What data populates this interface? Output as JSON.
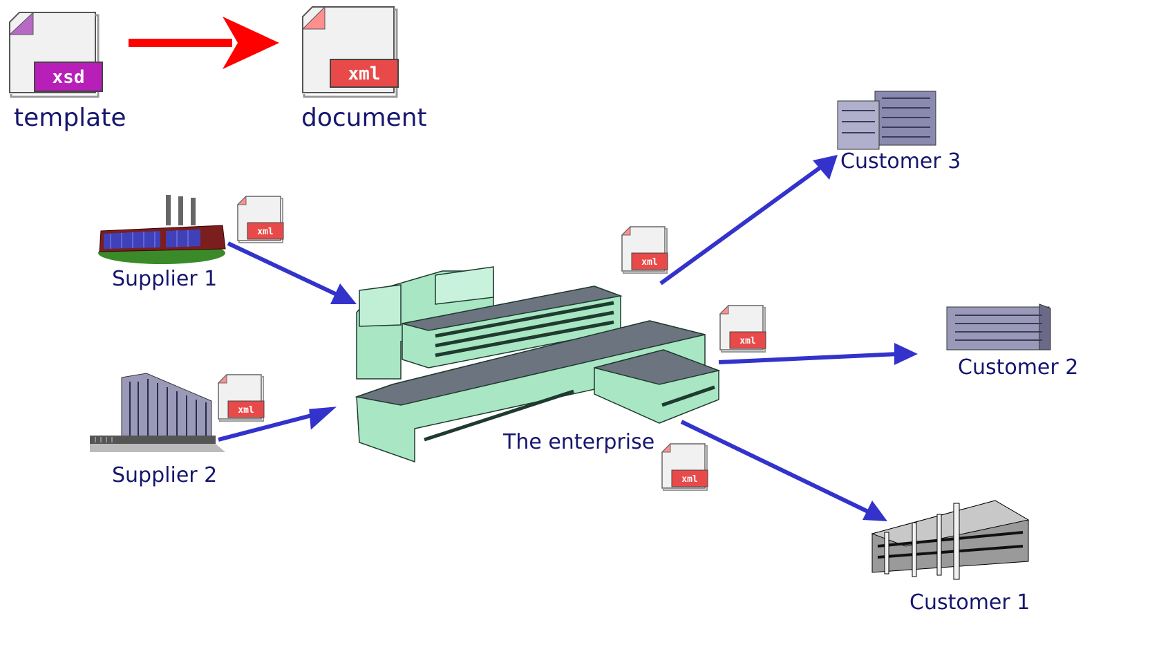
{
  "legend": {
    "template_label": "template",
    "template_badge": "xsd",
    "document_label": "document",
    "document_badge": "xml"
  },
  "nodes": {
    "supplier1": "Supplier 1",
    "supplier2": "Supplier 2",
    "enterprise": "The enterprise",
    "customer3": "Customer 3",
    "customer2": "Customer 2",
    "customer1": "Customer 1"
  },
  "doc_badge": "xml",
  "colors": {
    "label_text": "#16166e",
    "flow_arrow": "#3333cc",
    "legend_arrow": "#ff0000",
    "xml_badge": "#e84a4a",
    "xsd_badge": "#b81eb8",
    "enterprise_building": "#a8e6c4"
  }
}
